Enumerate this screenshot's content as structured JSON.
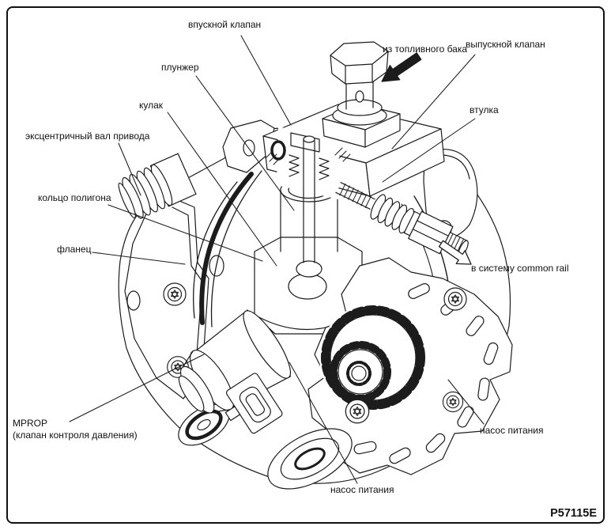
{
  "figure_code": "P57115E",
  "colors": {
    "line": "#1c1c1c",
    "background": "#ffffff"
  },
  "labels": {
    "intake_valve": "впускной клапан",
    "from_fuel_tank": "из топливного бака",
    "outlet_valve": "выпускной клапан",
    "plunger": "плунжер",
    "cam": "кулак",
    "bushing": "втулка",
    "eccentric_drive_shaft": "эксцентричный вал привода",
    "polygon_ring": "кольцо полигона",
    "flange": "фланец",
    "to_common_rail": "в систему common rail",
    "mprop": "MPROP",
    "mprop_sub": "(клапан контроля давления)",
    "feed_pump_right": "насос питания",
    "feed_pump_bottom": "насос питания"
  },
  "icons": {
    "inlet_flow_arrow": "solid-arrow-down-left",
    "outlet_flow_arrow": "outline-arrow-down-right"
  }
}
